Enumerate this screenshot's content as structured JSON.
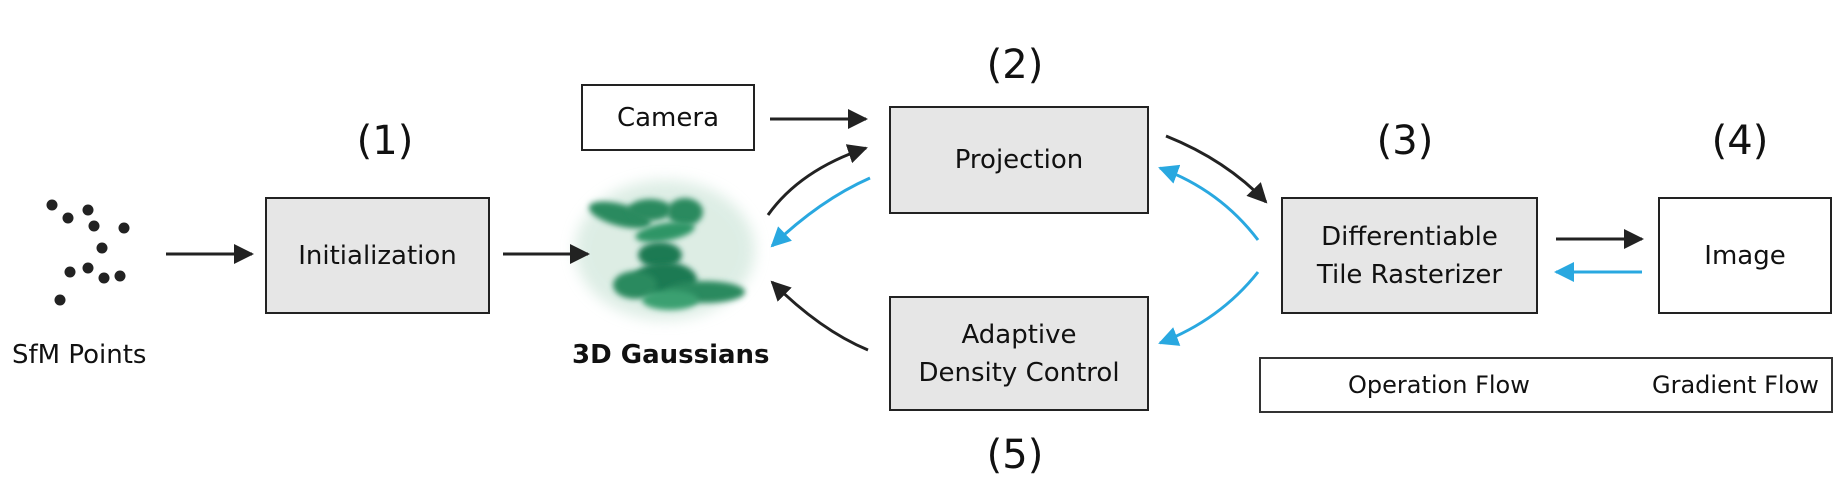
{
  "labels": {
    "sfm_points": "SfM Points",
    "gaussians": "3D Gaussians"
  },
  "boxes": {
    "initialization": "Initialization",
    "camera": "Camera",
    "projection": "Projection",
    "adaptive_line1": "Adaptive",
    "adaptive_line2": "Density Control",
    "rasterizer_line1": "Differentiable",
    "rasterizer_line2": "Tile Rasterizer",
    "image": "Image"
  },
  "steps": {
    "s1": "(1)",
    "s2": "(2)",
    "s3": "(3)",
    "s4": "(4)",
    "s5": "(5)"
  },
  "legend": {
    "operation": "Operation Flow",
    "gradient": "Gradient Flow"
  },
  "colors": {
    "operation_arrow": "#222222",
    "gradient_arrow": "#29a8e0",
    "box_fill": "#e6e6e6",
    "gaussian_green": "#1f7a52"
  }
}
